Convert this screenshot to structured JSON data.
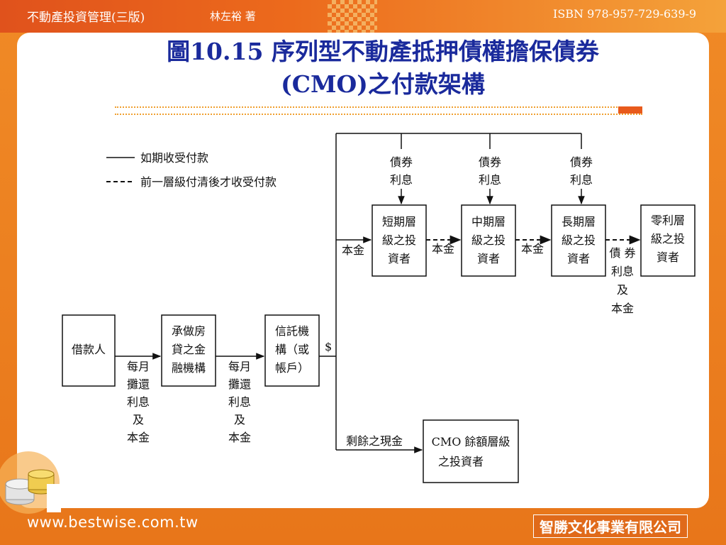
{
  "header": {
    "book_title": "不動產投資管理(三版)",
    "author": "林左裕 著",
    "isbn": "ISBN 978-957-729-639-9"
  },
  "title": {
    "line1": "圖10.15 序列型不動產抵押債權擔保債券",
    "line2": "(CMO)之付款架構"
  },
  "legend": {
    "solid": "如期收受付款",
    "dashed": "前一層級付清後才收受付款"
  },
  "nodes": {
    "borrower": [
      "借款人"
    ],
    "lender": [
      "承做房",
      "貸之金",
      "融機構"
    ],
    "trust": [
      "信託機",
      "構（或",
      "帳戶）"
    ],
    "short_tranche": [
      "短期層",
      "級之投",
      "資者"
    ],
    "mid_tranche": [
      "中期層",
      "級之投",
      "資者"
    ],
    "long_tranche": [
      "長期層",
      "級之投",
      "資者"
    ],
    "zero_tranche": [
      "零利層",
      "級之投",
      "資者"
    ],
    "residual": [
      "CMO 餘額層級",
      "之投資者"
    ]
  },
  "flow_labels": {
    "monthly_payment": [
      "每月",
      "攤還",
      "利息",
      "及",
      "本金"
    ],
    "dollar": "$",
    "bond_interest": [
      "債券",
      "利息"
    ],
    "principal": "本金",
    "zero_payment": [
      "債 券",
      "利息",
      "及",
      "本金"
    ],
    "residual_cash": "剩餘之現金"
  },
  "footer": {
    "website": "www.bestwise.com.tw",
    "publisher": "智勝文化事業有限公司"
  },
  "colors": {
    "title": "#1a2a9c",
    "accent": "#e87a1e"
  }
}
